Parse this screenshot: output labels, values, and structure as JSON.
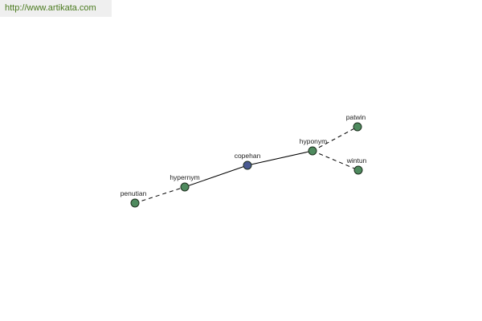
{
  "watermark": {
    "text": "http://www.artikata.com"
  },
  "graph": {
    "colors": {
      "relation_node": "#4e8a5e",
      "center_node": "#4a5a92",
      "edge": "#000000"
    },
    "nodes": [
      {
        "id": "penutian",
        "label": "penutian",
        "role": "word"
      },
      {
        "id": "hypernym",
        "label": "hypernym",
        "role": "relation"
      },
      {
        "id": "copehan",
        "label": "copehan",
        "role": "center"
      },
      {
        "id": "hyponym",
        "label": "hyponym",
        "role": "relation"
      },
      {
        "id": "patwin",
        "label": "patwin",
        "role": "word"
      },
      {
        "id": "wintun",
        "label": "wintun",
        "role": "word"
      }
    ],
    "edges": [
      {
        "from": "penutian",
        "to": "hypernym",
        "style": "dashed"
      },
      {
        "from": "hypernym",
        "to": "copehan",
        "style": "solid"
      },
      {
        "from": "copehan",
        "to": "hyponym",
        "style": "solid"
      },
      {
        "from": "hyponym",
        "to": "patwin",
        "style": "dashed"
      },
      {
        "from": "hyponym",
        "to": "wintun",
        "style": "dashed"
      }
    ]
  }
}
